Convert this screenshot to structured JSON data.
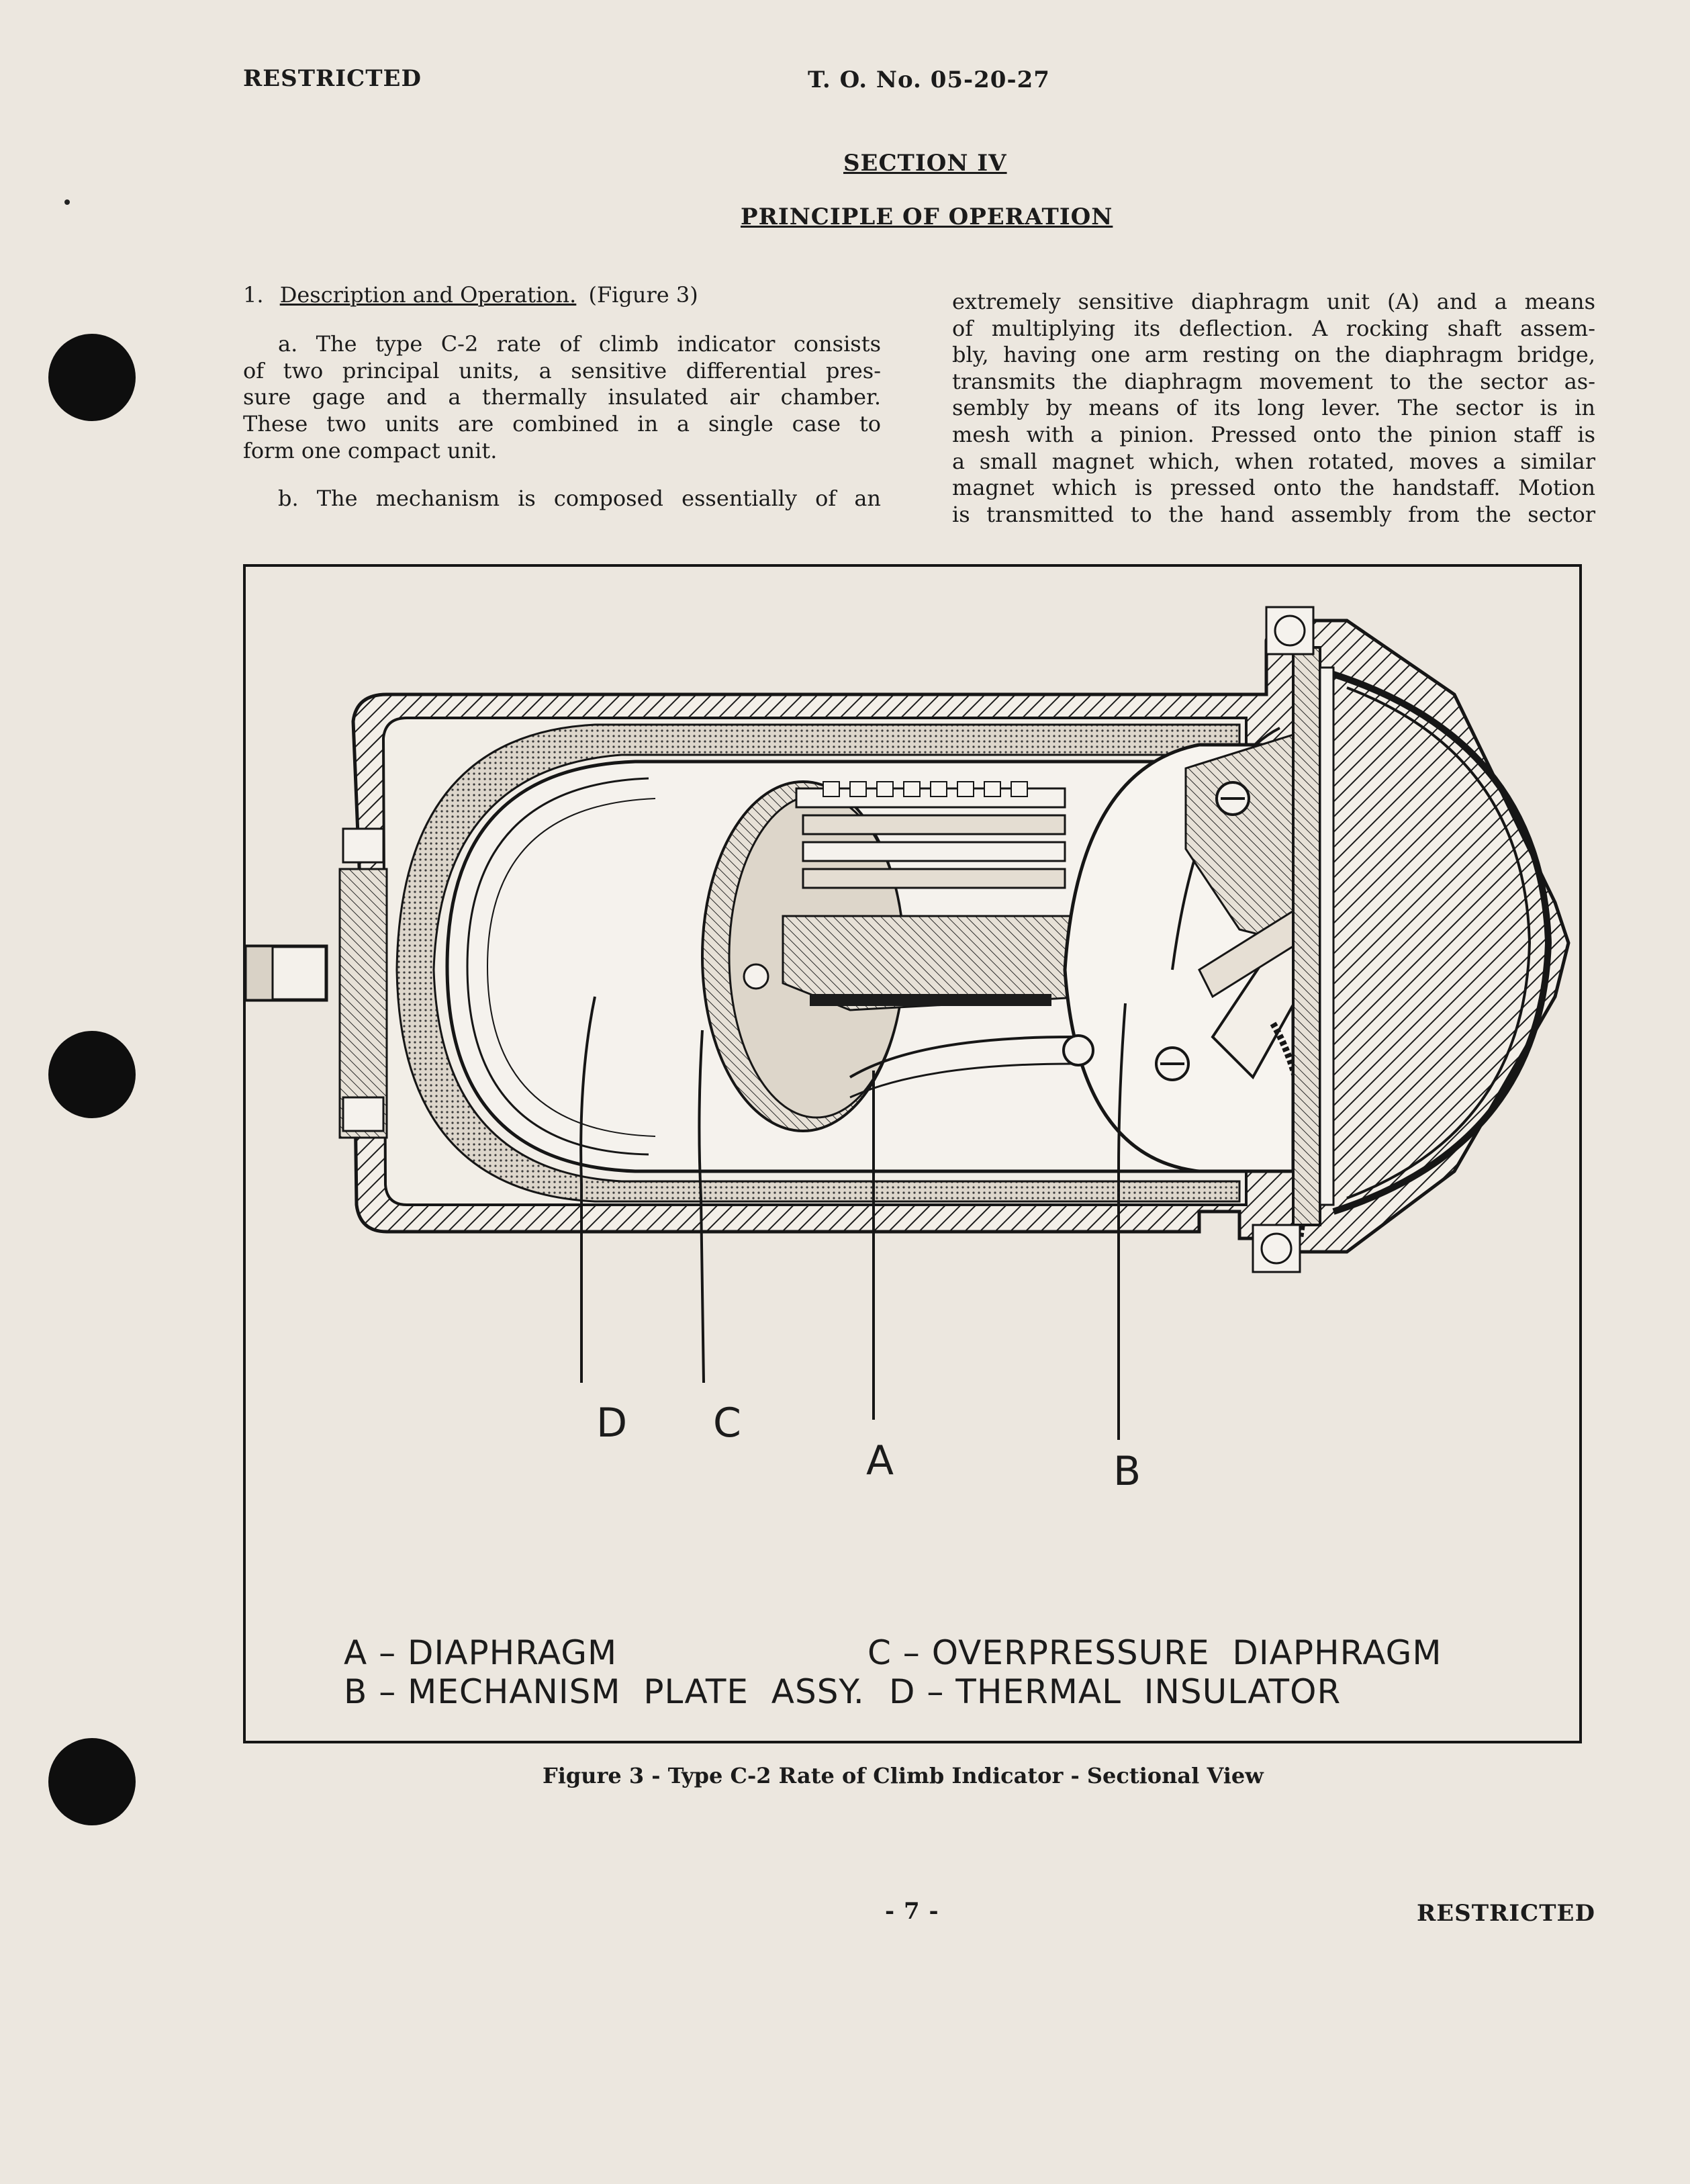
{
  "header": {
    "classification_left": "RESTRICTED",
    "doc_number": "T. O. No. 05-20-27"
  },
  "section": {
    "number": "SECTION IV",
    "title": "PRINCIPLE OF OPERATION"
  },
  "body": {
    "heading_num": "1.",
    "heading_title": "Description and Operation.",
    "heading_ref": "(Figure 3)",
    "left_column": [
      "a. The type C-2 rate of climb indicator consists",
      "of two principal units, a sensitive differential pres-",
      "sure gage and a thermally insulated air chamber.",
      "These two units are combined in a single case to",
      "form one compact unit."
    ],
    "left_column_b": "b. The mechanism is composed essentially of an",
    "right_column": [
      "extremely sensitive diaphragm unit (A) and a means",
      "of multiplying its deflection.  A rocking shaft assem-",
      "bly, having one arm resting on the diaphragm bridge,",
      "transmits the diaphragm movement to the sector as-",
      "sembly by means of its long lever.  The sector is in",
      "mesh with a pinion.  Pressed onto the pinion staff is",
      "a small magnet which, when rotated, moves a similar",
      "magnet which is pressed onto the handstaff.  Motion",
      "is transmitted to the hand assembly from the sector"
    ]
  },
  "figure": {
    "callouts": {
      "d": "D",
      "c": "C",
      "a": "A",
      "b": "B"
    },
    "legend": {
      "a": "A – DIAPHRAGM",
      "c": "C – OVERPRESSURE  DIAPHRAGM",
      "b": "B – MECHANISM  PLATE  ASSY.",
      "d": "D – THERMAL  INSULATOR"
    },
    "caption": "Figure 3 - Type C-2 Rate of Climb Indicator - Sectional View"
  },
  "footer": {
    "page_number": "- 7 -",
    "classification_right": "RESTRICTED"
  }
}
